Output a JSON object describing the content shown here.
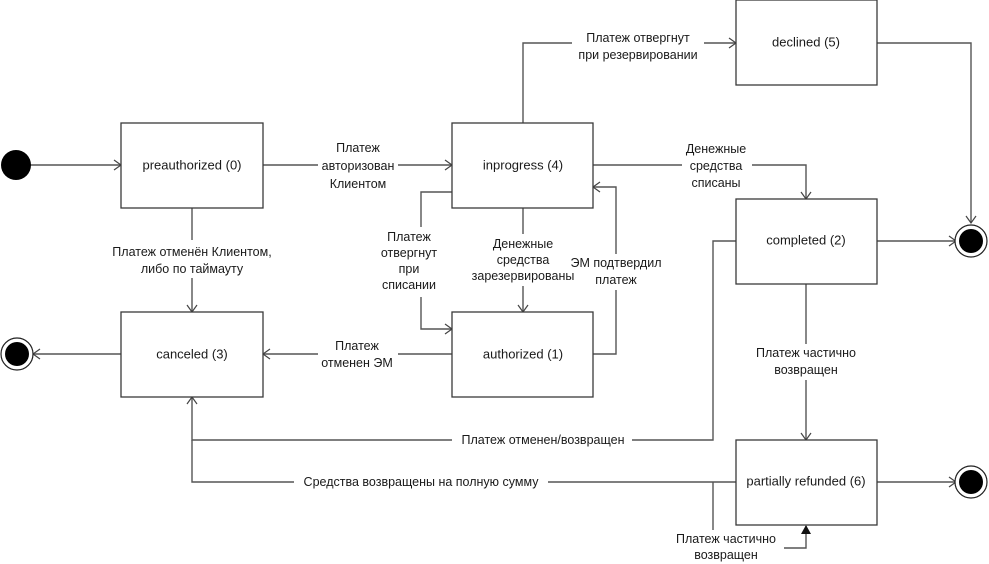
{
  "diagram": {
    "type": "state-machine",
    "states": {
      "preauthorized": "preauthorized (0)",
      "inprogress": "inprogress (4)",
      "declined": "declined (5)",
      "completed": "completed (2)",
      "canceled": "canceled (3)",
      "authorized": "authorized (1)",
      "partially_refunded": "partially refunded (6)"
    },
    "transitions": {
      "pre_to_inprogress": [
        "Платеж",
        "авторизован",
        "Клиентом"
      ],
      "pre_to_canceled": [
        "Платеж отменён Клиентом,",
        "либо по таймауту"
      ],
      "inprogress_to_declined": [
        "Платеж отвергнут",
        "при резервировании"
      ],
      "inprogress_to_completed": [
        "Денежные",
        "средства",
        "списаны"
      ],
      "inprogress_to_authorized_reject": [
        "Платеж",
        "отвергнут",
        "при",
        "списании"
      ],
      "inprogress_to_authorized": [
        "Денежные",
        "средства",
        "зарезервированы"
      ],
      "authorized_to_inprogress": [
        "ЭМ подтвердил",
        "платеж"
      ],
      "authorized_to_canceled": [
        "Платеж",
        "отменен ЭМ"
      ],
      "completed_to_canceled": [
        "Платеж отменен/возвращен"
      ],
      "completed_to_partially_refunded": [
        "Платеж частично",
        "возвращен"
      ],
      "partially_refunded_to_canceled": [
        "Средства возвращены на полную сумму"
      ],
      "partially_refunded_self": [
        "Платеж частично",
        "возвращен"
      ]
    }
  }
}
